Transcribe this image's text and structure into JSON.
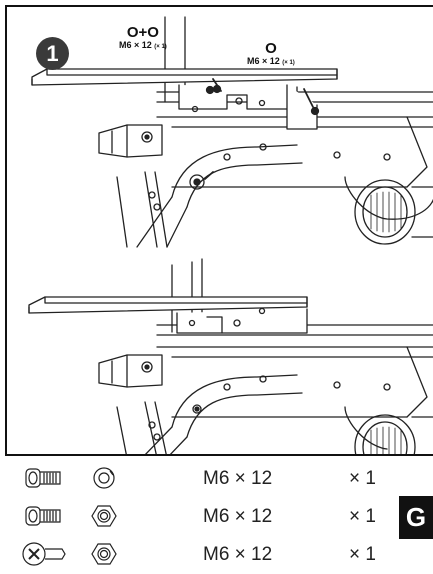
{
  "step": {
    "number": "1"
  },
  "callouts": [
    {
      "symbol": "O+O",
      "size": "M6 × 12",
      "qty": "(× 1)"
    },
    {
      "symbol": "O",
      "size": "M6 × 12",
      "qty": "(× 1)"
    }
  ],
  "parts_list": [
    {
      "bolt": "socket-head-bolt",
      "nut": "lock-washer",
      "size": "M6 × 12",
      "qty": "× 1"
    },
    {
      "bolt": "socket-head-bolt",
      "nut": "hex-nut",
      "size": "M6 × 12",
      "qty": "× 1"
    },
    {
      "bolt": "phillips-head-screw",
      "nut": "hex-nut",
      "size": "M6 × 12",
      "qty": "× 1"
    }
  ],
  "section": {
    "label": "G"
  }
}
